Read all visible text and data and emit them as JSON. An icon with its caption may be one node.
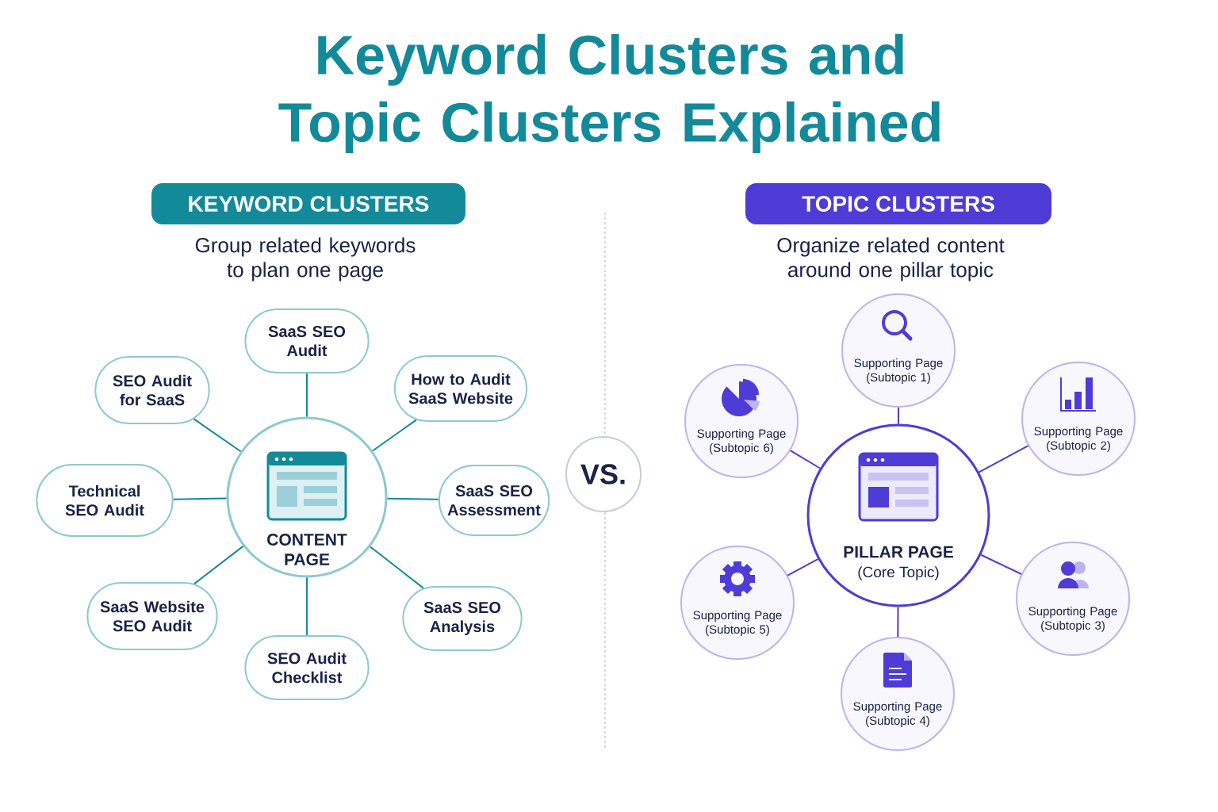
{
  "diagram": {
    "title": "Keyword Clusters and Topic Clusters Explained",
    "nodes": [
      {
        "text": [
          "KEYWORD CLUSTERS"
        ]
      },
      {
        "text": [
          "TOPIC CLUSTERS"
        ]
      },
      {
        "text": [
          "CONTENT PAGE"
        ]
      },
      {
        "text": [
          "SaaS SEO Audit"
        ]
      },
      {
        "text": [
          "SEO Audit for SaaS"
        ]
      },
      {
        "text": [
          "How to Audit SaaS Website"
        ]
      },
      {
        "text": [
          "Technical SEO Audit"
        ]
      },
      {
        "text": [
          "SaaS SEO Assessment"
        ]
      },
      {
        "text": [
          "SaaS Website SEO Audit"
        ]
      },
      {
        "text": [
          "SaaS SEO Analysis"
        ]
      },
      {
        "text": [
          "SEO Audit Checklist"
        ]
      },
      {
        "text": [
          "VS."
        ]
      },
      {
        "text": [
          "PILLAR PAGE",
          "(Core Topic)"
        ]
      },
      {
        "text": [
          "Supporting Page (Subtopic 1)"
        ]
      },
      {
        "text": [
          "Supporting Page (Subtopic 2)"
        ]
      },
      {
        "text": [
          "Supporting Page (Subtopic 3)"
        ]
      },
      {
        "text": [
          "Supporting Page (Subtopic 4)"
        ]
      },
      {
        "text": [
          "Supporting Page (Subtopic 5)"
        ]
      },
      {
        "text": [
          "Supporting Page (Subtopic 6)"
        ]
      }
    ],
    "edges": [
      {
        "from": 2,
        "to": 3,
        "arrow": "none"
      },
      {
        "from": 2,
        "to": 4,
        "arrow": "none"
      },
      {
        "from": 2,
        "to": 5,
        "arrow": "none"
      },
      {
        "from": 2,
        "to": 6,
        "arrow": "none"
      },
      {
        "from": 2,
        "to": 7,
        "arrow": "none"
      },
      {
        "from": 2,
        "to": 8,
        "arrow": "none"
      },
      {
        "from": 2,
        "to": 9,
        "arrow": "none"
      },
      {
        "from": 2,
        "to": 10,
        "arrow": "none"
      },
      {
        "from": 12,
        "to": 13,
        "arrow": "none",
        "color": "#4f3bd6"
      },
      {
        "from": 12,
        "to": 14,
        "arrow": "none",
        "color": "#4f3bd6"
      },
      {
        "from": 12,
        "to": 15,
        "arrow": "none",
        "color": "#4f3bd6"
      },
      {
        "from": 12,
        "to": 16,
        "arrow": "none",
        "color": "#4f3bd6"
      },
      {
        "from": 12,
        "to": 17,
        "arrow": "none",
        "color": "#4f3bd6"
      },
      {
        "from": 12,
        "to": 18,
        "arrow": "none",
        "color": "#4f3bd6"
      }
    ],
    "labels": [
      "Group related keywords to plan one page",
      "Organize related content around one pillar topic"
    ]
  }
}
